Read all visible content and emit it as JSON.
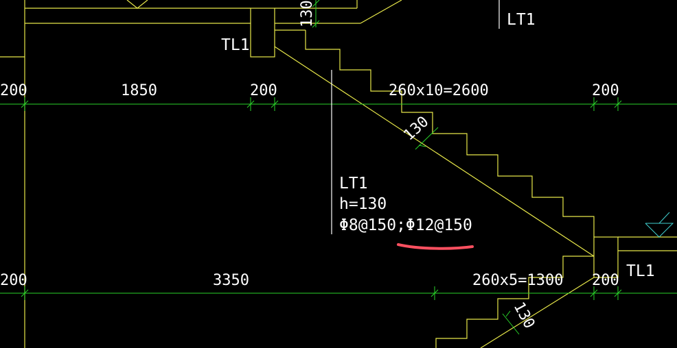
{
  "drawing": {
    "colors": {
      "background": "#000000",
      "stair_lines": "#e8e84a",
      "dimension_lines": "#2ad42a",
      "section_mark": "#ffffff",
      "highlight_stroke": "#ff5060",
      "level_symbol": "#40d0d0"
    },
    "labels": {
      "tl1_top": "TL1",
      "lt1_top": "LT1",
      "tl1_right": "TL1",
      "thickness_top": "130",
      "thickness_mid": "130",
      "thickness_bottom": "130"
    },
    "note": {
      "name": "LT1",
      "height": "h=130",
      "rebar": "Φ8@150;Φ12@150"
    },
    "dim_row_1": {
      "d1": "200",
      "d2": "1850",
      "d3": "200",
      "d4": "260x10=2600",
      "d5": "200"
    },
    "dim_row_2": {
      "d1": "200",
      "d2": "3350",
      "d3": "260x5=1300",
      "d4": "200"
    }
  }
}
